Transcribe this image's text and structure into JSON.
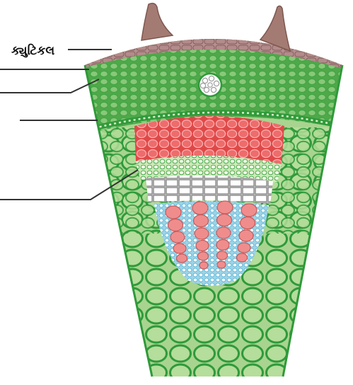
{
  "diagram": {
    "labels": [
      {
        "id": "cuticle",
        "text": "ક્યુટિકલ"
      }
    ],
    "unlabeled_pointer_lines": 4,
    "colors": {
      "cuticle": "#b78f8f",
      "hair": "#a47b72",
      "outer_cortex": "#4fa84a",
      "inner_ground": "#a8d490",
      "cell_wall": "#2f9a3a",
      "endodermis_band": "#2f9a3a",
      "phloem_red": "#e04848",
      "pericycle_cells": "#cfe9b8",
      "xylem_grey": "#9c9c9c",
      "protoxylem_blue": "#9fd3e6",
      "vessel_pink": "#ef8d8d",
      "pointer_line": "#333333"
    }
  }
}
